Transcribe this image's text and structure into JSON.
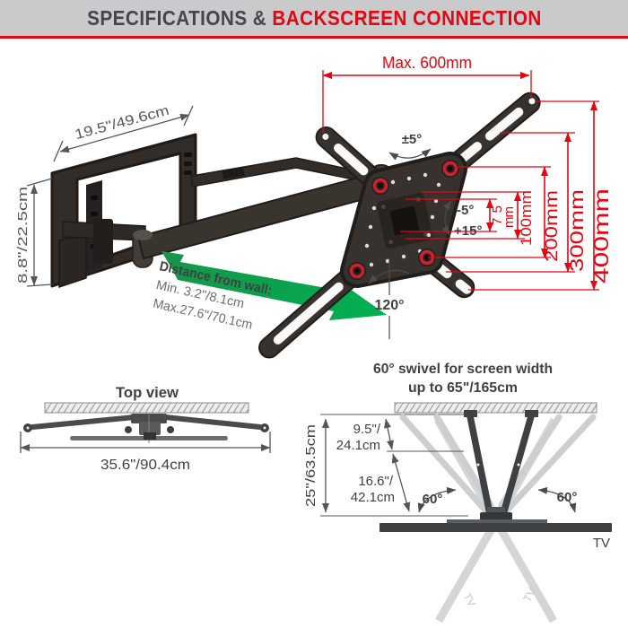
{
  "header": {
    "title_grey": "SPECIFICATIONS &",
    "title_red": "BACKSCREEN CONNECTION"
  },
  "main_diagram": {
    "max_width": "Max. 600mm",
    "plate_width": "19.5\"/49.6cm",
    "plate_height": "8.8\"/22.5cm",
    "tilt_top": "±5°",
    "tilt_neg": "-5°",
    "tilt_pos": "+15°",
    "swivel_angle": "120°",
    "vesa": {
      "v75a": "75",
      "v75b": "mm",
      "v100": "100mm",
      "v200": "200mm",
      "v300": "300mm",
      "v400": "400mm"
    },
    "distance": {
      "title": "Distance from wall:",
      "min": "Min. 3.2\"/8.1cm",
      "max": "Max.27.6\"/70.1cm"
    }
  },
  "top_view": {
    "title": "Top view",
    "width": "35.6\"/90.4cm"
  },
  "swivel_view": {
    "title_line1": "60° swivel for screen width",
    "title_line2": "up to 65\"/165cm",
    "depth": "25\"/63.5cm",
    "seg1_line1": "9.5\"/",
    "seg1_line2": "24.1cm",
    "seg2_line1": "16.6\"/",
    "seg2_line2": "42.1cm",
    "angle_left": "60°",
    "angle_right": "60°",
    "tv_label": "TV",
    "tv_ghost_left": "TV",
    "tv_ghost_right": "TV"
  },
  "colors": {
    "accent_red": "#e30613",
    "accent_green": "#00a651",
    "text_dark": "#414042",
    "text_grey": "#6d6e71",
    "mount_body": "#38322e"
  }
}
